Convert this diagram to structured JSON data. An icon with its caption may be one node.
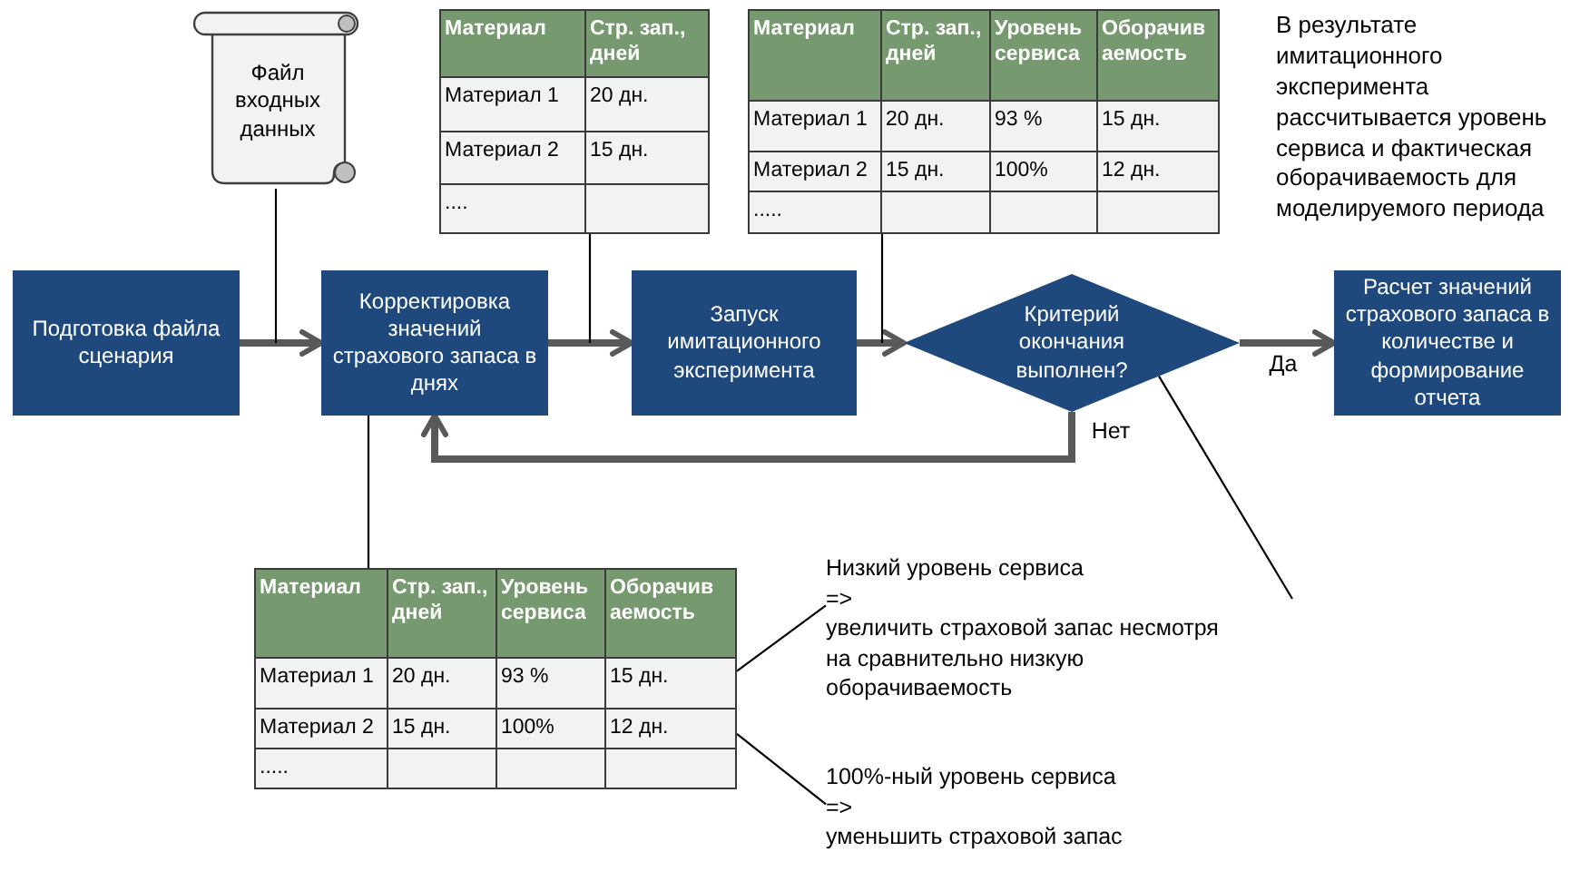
{
  "diagram": {
    "nodes": [
      {
        "text": [
          "Файл входных данных"
        ]
      },
      {
        "text": [
          "Материал",
          "Стр. зап., дней",
          "Материал 1",
          "20 дн.",
          "Материал 2",
          "15 дн.",
          "...."
        ]
      },
      {
        "text": [
          "Материал",
          "Стр. зап., дней",
          "Уровень сервиса",
          "Оборачив аемость",
          "Материал 1",
          "20 дн.",
          "93 %",
          "15 дн.",
          "Материал 2",
          "15 дн.",
          "100%",
          "12 дн.",
          "....."
        ]
      },
      {
        "text": [
          "Подготовка файла сценария"
        ]
      },
      {
        "text": [
          "Корректировка значений страхового запаса в днях"
        ]
      },
      {
        "text": [
          "Запуск имитационного эксперимента"
        ]
      },
      {
        "text": [
          "Критерий окончания выполнен?"
        ]
      },
      {
        "text": [
          "Расчет значений страхового запаса в количестве и формирование отчета"
        ]
      },
      {
        "text": [
          "Материал",
          "Стр. зап., дней",
          "Уровень сервиса",
          "Оборачив аемость",
          "Материал 1",
          "20 дн.",
          "93 %",
          "15 дн.",
          "Материал 2",
          "15 дн.",
          "100%",
          "12 дн.",
          "....."
        ]
      },
      {
        "text": [
          "Низкий уровень сервиса",
          "=>",
          "увеличить страховой запас несмотря на сравнительно низкую оборачиваемость"
        ]
      },
      {
        "text": [
          "100%-ный уровень сервиса",
          "=>",
          "уменьшить страховой запас"
        ]
      }
    ],
    "edges": [
      {
        "from": 3,
        "to": 4,
        "arrow": "to",
        "style": "thick",
        "color": "#595959"
      },
      {
        "from": 4,
        "to": 5,
        "arrow": "to",
        "style": "thick",
        "color": "#595959"
      },
      {
        "from": 5,
        "to": 6,
        "arrow": "to",
        "style": "thick",
        "color": "#595959"
      },
      {
        "from": 6,
        "to": 7,
        "arrow": "to",
        "label": "Да",
        "style": "thick",
        "color": "#595959"
      },
      {
        "from": 6,
        "to": 4,
        "arrow": "to",
        "label": "Нет",
        "style": "thick",
        "color": "#595959"
      },
      {
        "from": 0,
        "to": null,
        "arrow": "none"
      },
      {
        "from": 1,
        "to": null,
        "arrow": "none"
      },
      {
        "from": 2,
        "to": null,
        "arrow": "none"
      },
      {
        "from": 8,
        "to": 4,
        "arrow": "none"
      },
      {
        "from": 9,
        "to": 8,
        "arrow": "none"
      },
      {
        "from": 10,
        "to": 8,
        "arrow": "none"
      },
      {
        "from": 6,
        "to": null,
        "arrow": "none"
      }
    ],
    "labels": [
      "В результате имитационного эксперимента рассчитывается уровень сервиса и фактическая оборачиваемость для моделируемого периода"
    ]
  }
}
